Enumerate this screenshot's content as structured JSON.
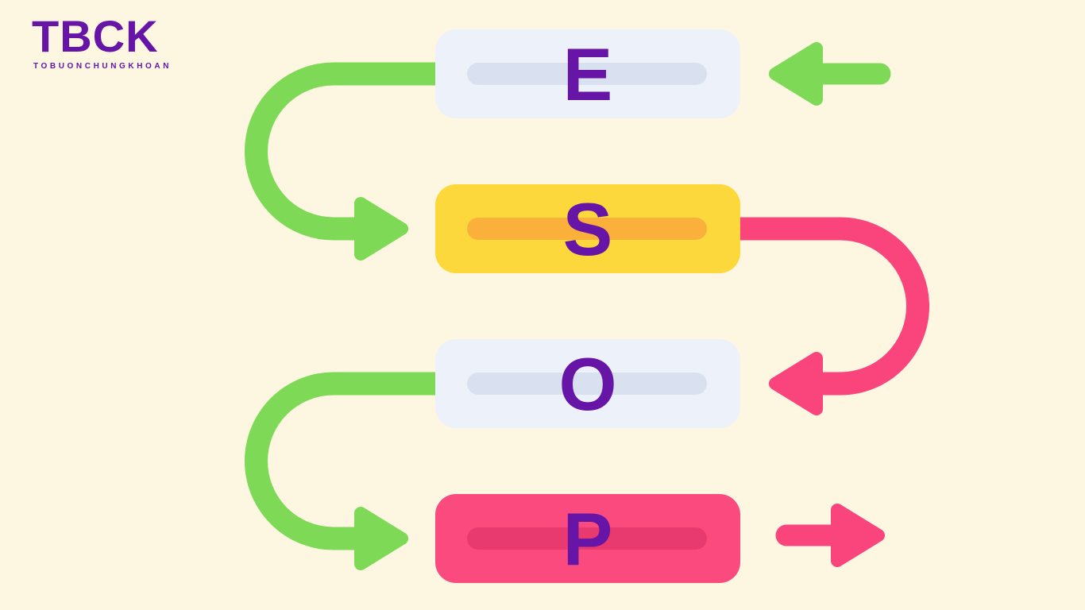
{
  "logo": {
    "title": "TBCK",
    "tagline": "TOBUONCHUNGKHOAN"
  },
  "steps": [
    {
      "letter": "E",
      "style": "light"
    },
    {
      "letter": "S",
      "style": "yellow"
    },
    {
      "letter": "O",
      "style": "light"
    },
    {
      "letter": "P",
      "style": "pink"
    }
  ],
  "arrows": {
    "entry": {
      "name": "entry-arrow",
      "direction": "left",
      "color_key": "green"
    },
    "e_to_s": {
      "name": "connector-e-to-s",
      "shape": "c-curve",
      "direction": "right",
      "color_key": "green"
    },
    "s_to_o": {
      "name": "connector-s-to-o",
      "shape": "c-curve",
      "direction": "left",
      "color_key": "pink"
    },
    "o_to_p": {
      "name": "connector-o-to-p",
      "shape": "c-curve",
      "direction": "right",
      "color_key": "green"
    },
    "exit": {
      "name": "exit-arrow",
      "direction": "right",
      "color_key": "pink"
    }
  },
  "colors": {
    "background": "#fdf7e2",
    "purple": "#6615a6",
    "green": "#7ed957",
    "pink": "#f9447c",
    "block_light": "#edf1fa",
    "pill_light": "#d9e0ef",
    "block_yellow": "#fdd83d",
    "pill_orange": "#fbb03c",
    "block_pink": "#fa4a7e",
    "pill_pink": "#e93a6f"
  }
}
